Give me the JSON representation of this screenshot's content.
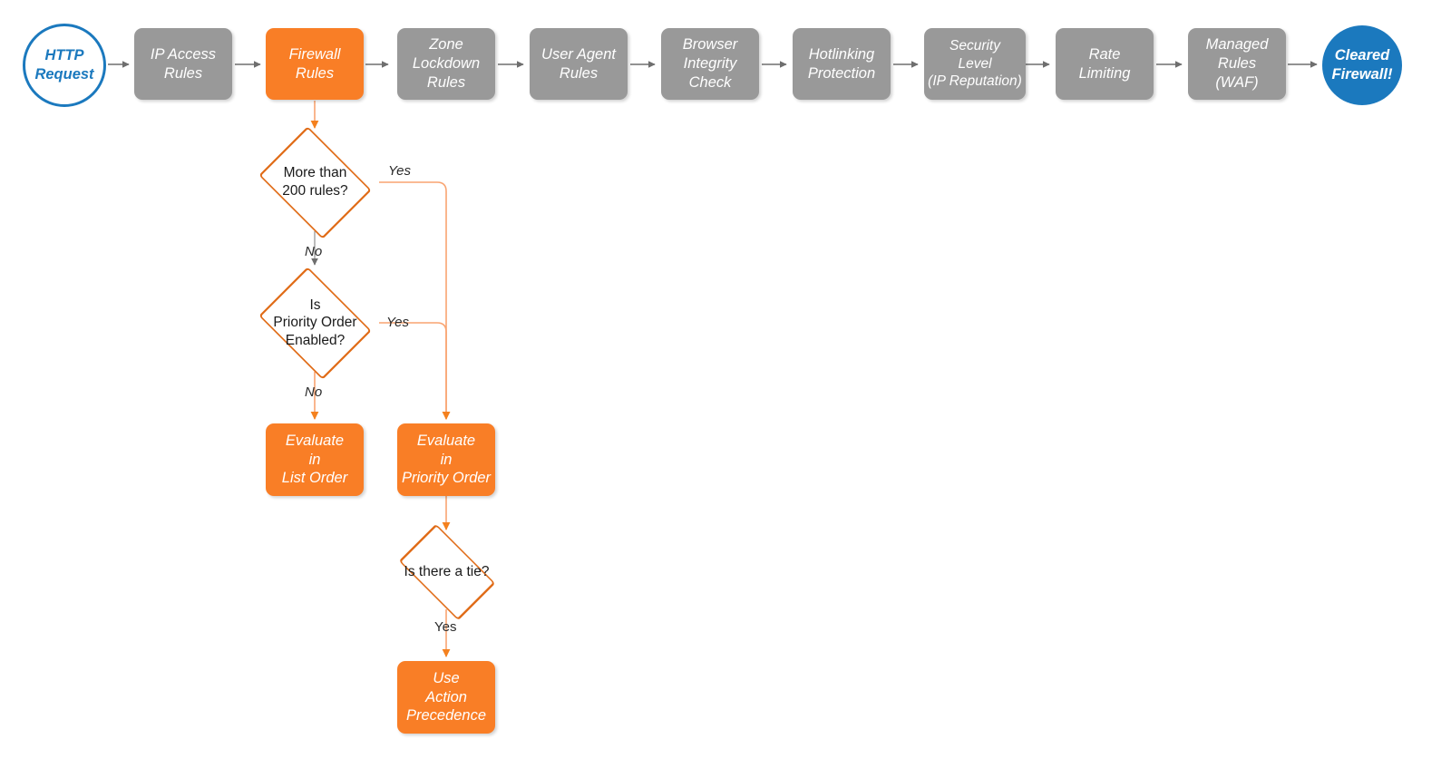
{
  "diagram": {
    "title": "Cloudflare request firewall evaluation order",
    "colors": {
      "orange_fill": "#F97E26",
      "orange_stroke": "#E06C18",
      "orange_connector": "#F9A471",
      "gray_fill": "#999999",
      "gray_connector": "#6E6E6E",
      "blue": "#1B79BE",
      "text_dark": "#1a1a1a",
      "background": "#ffffff"
    }
  },
  "pipeline": {
    "start": {
      "label": "HTTP\nRequest",
      "shape": "circle-outline"
    },
    "steps": [
      {
        "label": "IP Access\nRules",
        "state": "inactive"
      },
      {
        "label": "Firewall\nRules",
        "state": "active"
      },
      {
        "label": "Zone\nLockdown\nRules",
        "state": "inactive"
      },
      {
        "label": "User Agent\nRules",
        "state": "inactive"
      },
      {
        "label": "Browser\nIntegrity\nCheck",
        "state": "inactive"
      },
      {
        "label": "Hotlinking\nProtection",
        "state": "inactive"
      },
      {
        "label": "Security\nLevel\n(IP Reputation)",
        "state": "inactive"
      },
      {
        "label": "Rate\nLimiting",
        "state": "inactive"
      },
      {
        "label": "Managed\nRules\n(WAF)",
        "state": "inactive"
      }
    ],
    "end": {
      "label": "Cleared\nFirewall!",
      "shape": "circle-filled"
    }
  },
  "decisions": {
    "rule_count": {
      "label": "More than\n200 rules?"
    },
    "priority_order": {
      "label": "Is\nPriority Order\nEnabled?"
    },
    "tie": {
      "label": "Is there a tie?"
    }
  },
  "outcomes": {
    "list_order": {
      "label": "Evaluate\nin\nList Order"
    },
    "priority_order": {
      "label": "Evaluate\nin\nPriority Order"
    },
    "action_precedence": {
      "label": "Use\nAction\nPrecedence"
    }
  },
  "edge_labels": {
    "rule_count_yes": "Yes",
    "rule_count_no": "No",
    "priority_yes": "Yes",
    "priority_no": "No",
    "tie_yes": "Yes"
  }
}
